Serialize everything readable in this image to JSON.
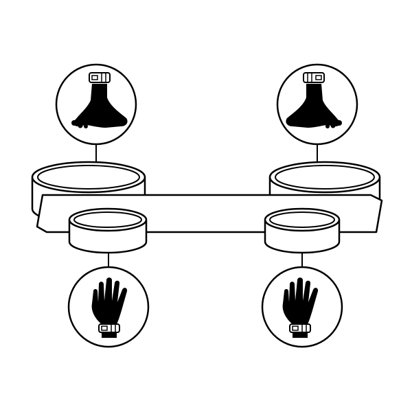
{
  "diagram": {
    "parts": [
      {
        "key": "ankle-cuff-left",
        "kind": "cuff",
        "attached_to": "bar"
      },
      {
        "key": "ankle-cuff-right",
        "kind": "cuff",
        "attached_to": "bar"
      },
      {
        "key": "wrist-cuff-left",
        "kind": "cuff",
        "attached_to": "bar"
      },
      {
        "key": "wrist-cuff-right",
        "kind": "cuff",
        "attached_to": "bar"
      },
      {
        "key": "spreader-bar",
        "kind": "bar"
      }
    ],
    "callouts": [
      {
        "key": "ankle-left",
        "depicts": "foot-with-ankle-cuff",
        "points_to": "ankle-cuff-left"
      },
      {
        "key": "ankle-right",
        "depicts": "foot-with-ankle-cuff",
        "points_to": "ankle-cuff-right"
      },
      {
        "key": "wrist-left",
        "depicts": "hand-with-wrist-cuff",
        "points_to": "wrist-cuff-left"
      },
      {
        "key": "wrist-right",
        "depicts": "hand-with-wrist-cuff",
        "points_to": "wrist-cuff-right"
      }
    ],
    "colors": {
      "stroke": "#000000",
      "fill": "#ffffff",
      "silhouette": "#000000"
    }
  }
}
